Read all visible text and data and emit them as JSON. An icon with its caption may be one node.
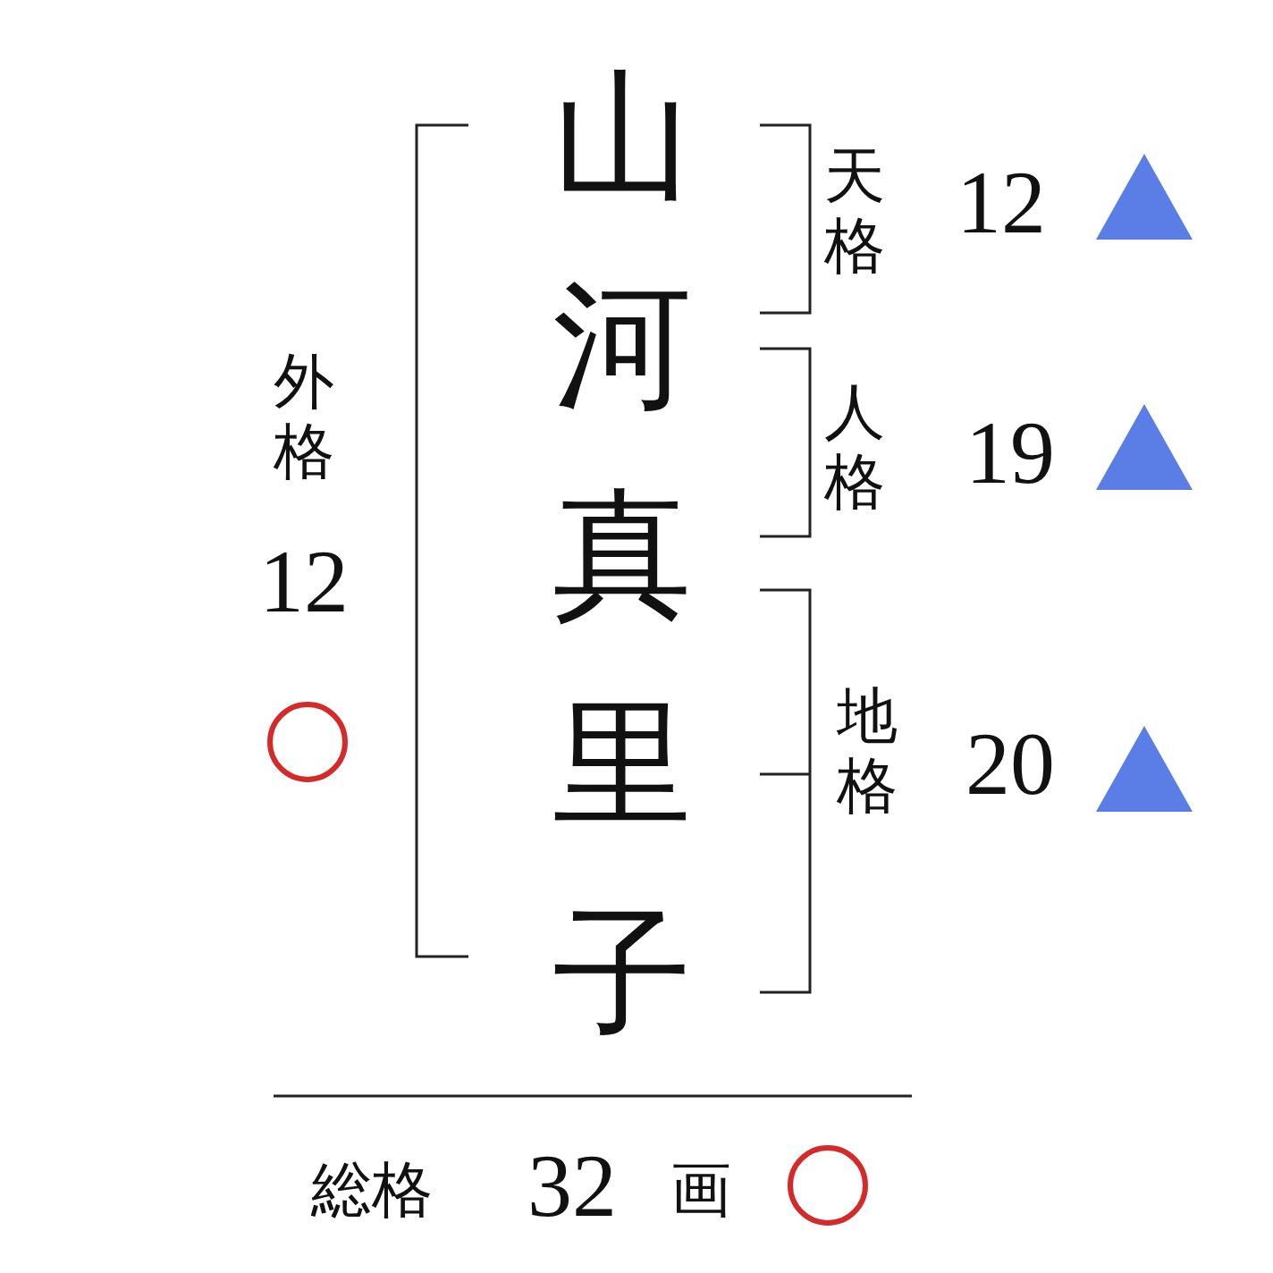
{
  "diagram": {
    "labels": [
      "山河真里子",
      "天格",
      "12",
      "人格",
      "19",
      "外格",
      "12",
      "地格",
      "20",
      "総格",
      "32",
      "画"
    ]
  }
}
